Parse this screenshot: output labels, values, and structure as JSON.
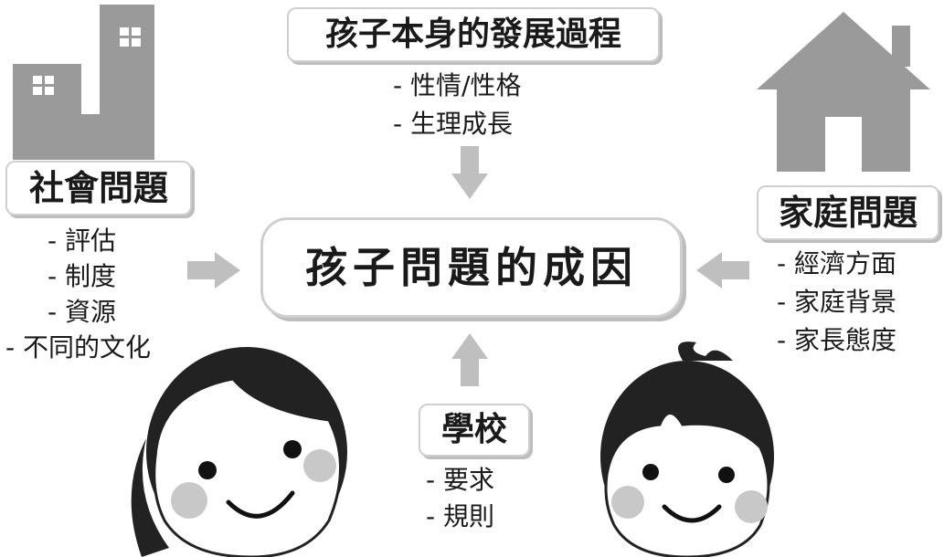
{
  "center": {
    "title": "孩子問題的成因"
  },
  "top": {
    "title": "孩子本身的發展過程",
    "items": [
      "- 性情/性格",
      "- 生理成長"
    ]
  },
  "left": {
    "title": "社會問題",
    "items": [
      "- 評估",
      "- 制度",
      "- 資源",
      "- 不同的文化"
    ]
  },
  "right": {
    "title": "家庭問題",
    "items": [
      "- 經濟方面",
      "- 家庭背景",
      "- 家長態度"
    ]
  },
  "bottom": {
    "title": "學校",
    "items": [
      "- 要求",
      "- 規則"
    ]
  },
  "colors": {
    "icon_gray": "#9a9a9a",
    "arrow_gray": "#bfbfbf",
    "box_border": "#cfcfcf"
  }
}
